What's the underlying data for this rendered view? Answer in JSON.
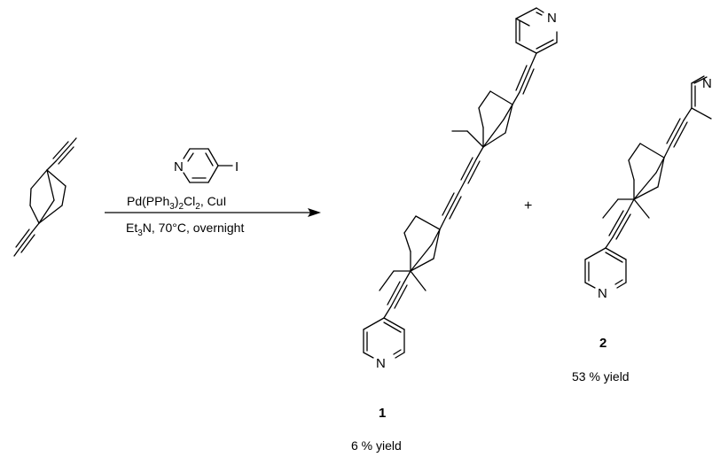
{
  "reagent": {
    "atom_n": "N",
    "atom_i": "I"
  },
  "conditions": {
    "catalyst_pd": "Pd(PPh",
    "catalyst_sub1": "3",
    "catalyst_mid": ")",
    "catalyst_sub2": "2",
    "catalyst_cl": "Cl",
    "catalyst_sub3": "2",
    "catalyst_cu": ", CuI",
    "base_et": "Et",
    "base_sub": "3",
    "base_rest": "N, 70°C, overnight"
  },
  "plus_sign": "+",
  "products": [
    {
      "number": "1",
      "yield": "6 % yield",
      "atom_n_top": "N",
      "atom_n_bottom": "N"
    },
    {
      "number": "2",
      "yield": "53 % yield",
      "atom_n_top": "N",
      "atom_n_bottom": "N"
    }
  ]
}
